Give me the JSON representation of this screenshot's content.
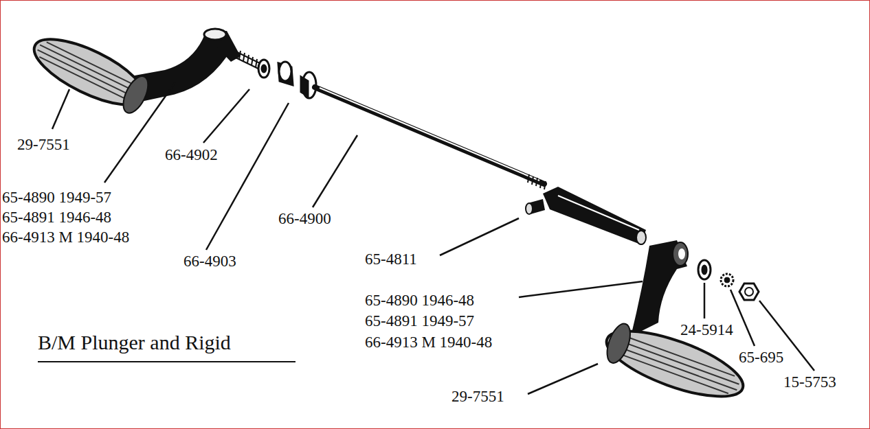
{
  "diagram": {
    "title": "B/M Plunger and Rigid",
    "labels": [
      "29-7551",
      "65-4890 1949-57",
      "65-4891 1946-48",
      "66-4913 M 1940-48",
      "66-4902",
      "66-4903",
      "66-4900",
      "65-4811",
      "65-4890 1946-48",
      "65-4891 1949-57",
      "66-4913 M 1940-48",
      "24-5914",
      "65-695",
      "15-5753",
      "29-7551"
    ]
  }
}
